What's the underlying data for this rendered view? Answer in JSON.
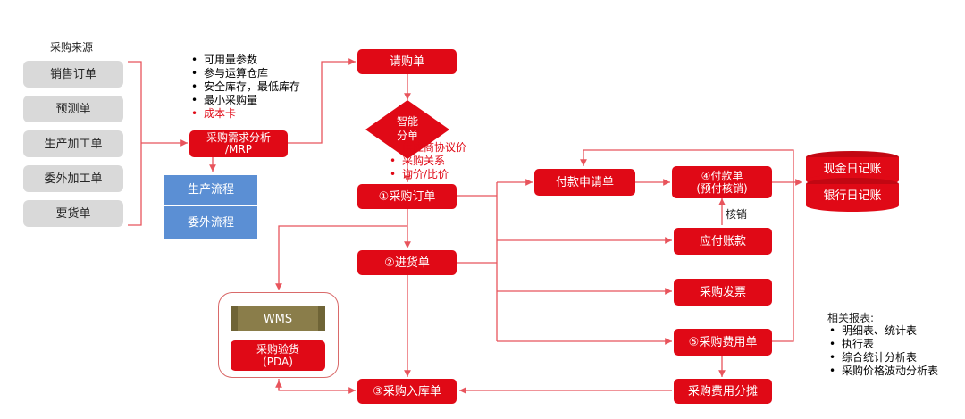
{
  "sources": {
    "title": "采购来源",
    "items": [
      "销售订单",
      "预测单",
      "生产加工单",
      "委外加工单",
      "要货单"
    ]
  },
  "mrp": {
    "bullets": [
      "可用量参数",
      "参与运算仓库",
      "安全库存，最低库存",
      "最小采购量"
    ],
    "bullet_red": "成本卡",
    "box": "采购需求分析\n/MRP"
  },
  "flows": [
    "生产流程",
    "委外流程"
  ],
  "nodes": {
    "requisition": "请购单",
    "smart_split": "智能\n分单",
    "order": "①采购订单",
    "receipt": "②进货单",
    "warehouse_in": "③采购入库单",
    "pay_request": "付款申请单",
    "payment": "④付款单\n(预付核销)",
    "payable": "应付账款",
    "invoice": "采购发票",
    "expense": "⑤采购费用单",
    "expense_alloc": "采购费用分摊"
  },
  "split_notes": [
    "供应商协议价",
    "采购关系",
    "询价/比价"
  ],
  "writeoff": "核销",
  "ledgers": [
    "现金日记账",
    "银行日记账"
  ],
  "wms": {
    "title": "WMS",
    "pda": "采购验货\n(PDA)"
  },
  "reports": {
    "title": "相关报表:",
    "items": [
      "明细表、统计表",
      "执行表",
      "综合统计分析表",
      "采购价格波动分析表"
    ]
  },
  "colors": {
    "red": "#e00916",
    "gray": "#d9d9d9",
    "blue": "#5b8fd4",
    "line": "#e8545c"
  }
}
